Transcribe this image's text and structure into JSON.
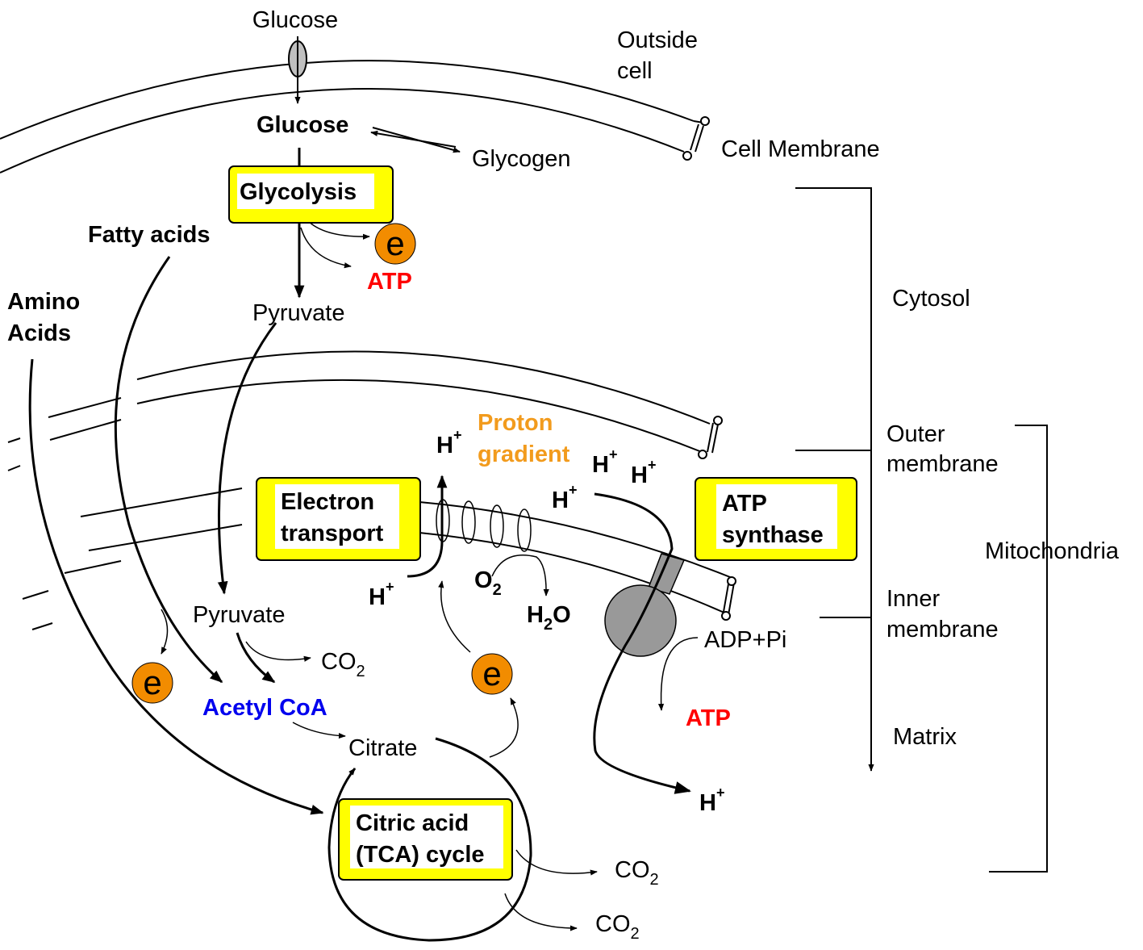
{
  "colors": {
    "box_fill": "#ffff00",
    "electron_fill": "#f28c00",
    "atp_red": "#ff0000",
    "acetyl_blue": "#0000ee",
    "proton_orange": "#f29b1d",
    "synthase_gray": "#999999"
  },
  "labels": {
    "glucose_outside": "Glucose",
    "outside_cell_1": "Outside",
    "outside_cell_2": "cell",
    "cell_membrane": "Cell Membrane",
    "glucose_inside": "Glucose",
    "glycogen": "Glycogen",
    "fatty_acids": "Fatty acids",
    "amino_1": "Amino",
    "amino_2": "Acids",
    "atp_glycolysis": "ATP",
    "pyruvate_cytosol": "Pyruvate",
    "pyruvate_matrix": "Pyruvate",
    "acetyl_coa": "Acetyl CoA",
    "citrate": "Citrate",
    "co2_pyruvate": "CO",
    "co2_tca_1": "CO",
    "co2_tca_2": "CO",
    "co2_sub": "2",
    "proton_1": "Proton",
    "proton_2": "gradient",
    "o2": "O",
    "o2_sub": "2",
    "h2o_h": "H",
    "h2o_sub": "2",
    "h2o_o": "O",
    "h": "H",
    "h_sup": "+",
    "adp_pi": "ADP+Pi",
    "atp_synthase_out": "ATP",
    "electron": "e",
    "cytosol": "Cytosol",
    "outer_membrane_1": "Outer",
    "outer_membrane_2": "membrane",
    "mitochondria": "Mitochondria",
    "inner_membrane_1": "Inner",
    "inner_membrane_2": "membrane",
    "matrix": "Matrix"
  },
  "boxes": {
    "glycolysis": "Glycolysis",
    "electron_transport_1": "Electron",
    "electron_transport_2": "transport",
    "atp_synthase_1": "ATP",
    "atp_synthase_2": "synthase",
    "tca_1": "Citric acid",
    "tca_2": "(TCA) cycle"
  }
}
